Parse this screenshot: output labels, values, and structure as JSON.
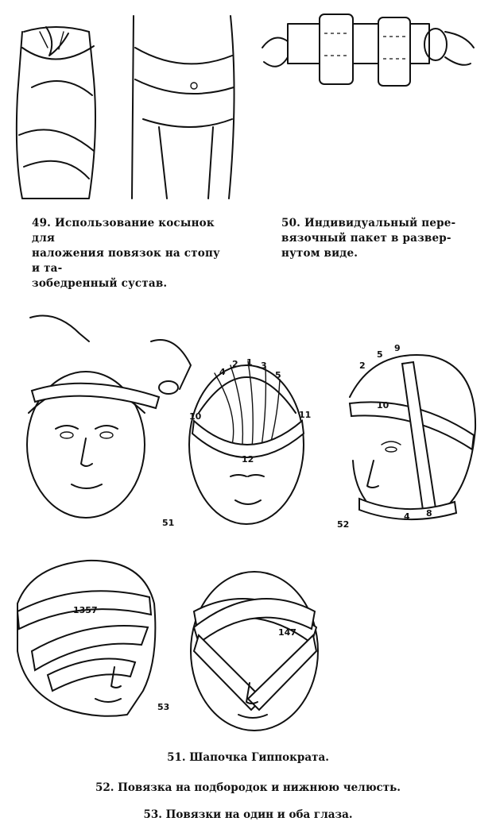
{
  "captions": {
    "fig49": {
      "number": "49.",
      "lines": [
        "Использование косынок для",
        "наложения повязок на стопу и та-",
        "зобедренный сустав."
      ]
    },
    "fig50": {
      "number": "50.",
      "lines": [
        "Индивидуальный пере-",
        "вязочный пакет в развер-",
        "нутом виде."
      ]
    }
  },
  "figure_labels": {
    "f51": "51",
    "f52": "52",
    "f53": "53"
  },
  "band_numbers": {
    "f52_top": [
      "2",
      "5",
      "9"
    ],
    "f52_band": "10",
    "f52_chin": [
      "4",
      "8"
    ],
    "f51_back_bottom": "12",
    "f51_back_left": "10",
    "f51_back_right": "11",
    "f51_back_top": [
      "4",
      "2",
      "1",
      "3",
      "5"
    ],
    "f53_left": "1357",
    "f53_right": "147"
  },
  "bottom_captions": [
    "51. Шапочка Гиппократа.",
    "52. Повязка на подбородок и нижнюю челюсть.",
    "53. Повязки на один и оба глаза."
  ]
}
